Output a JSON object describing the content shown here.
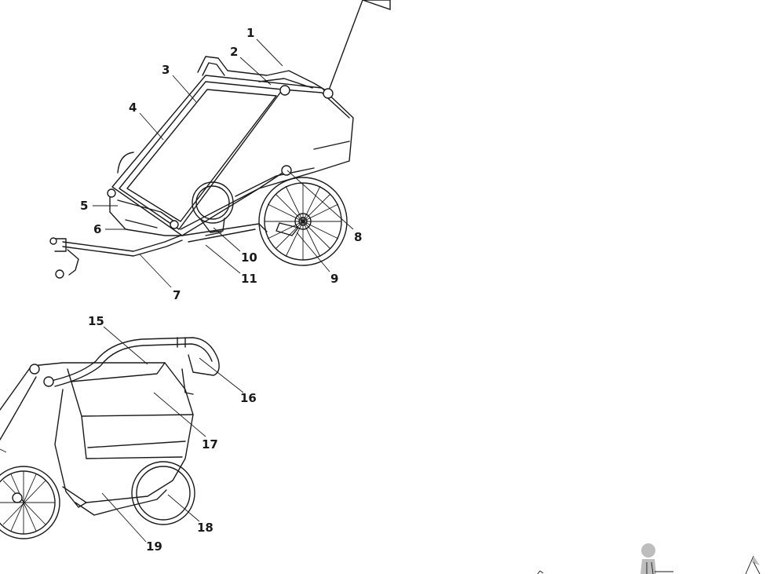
{
  "diagram": {
    "top_view": {
      "callouts": [
        "1",
        "2",
        "3",
        "4",
        "5",
        "6",
        "7",
        "8",
        "9",
        "10",
        "11"
      ]
    },
    "rear_view": {
      "callouts": [
        "15",
        "16",
        "17",
        "18",
        "19"
      ]
    },
    "icons": [
      "person-seated-icon",
      "flag-icon",
      "arrow-icon"
    ]
  }
}
